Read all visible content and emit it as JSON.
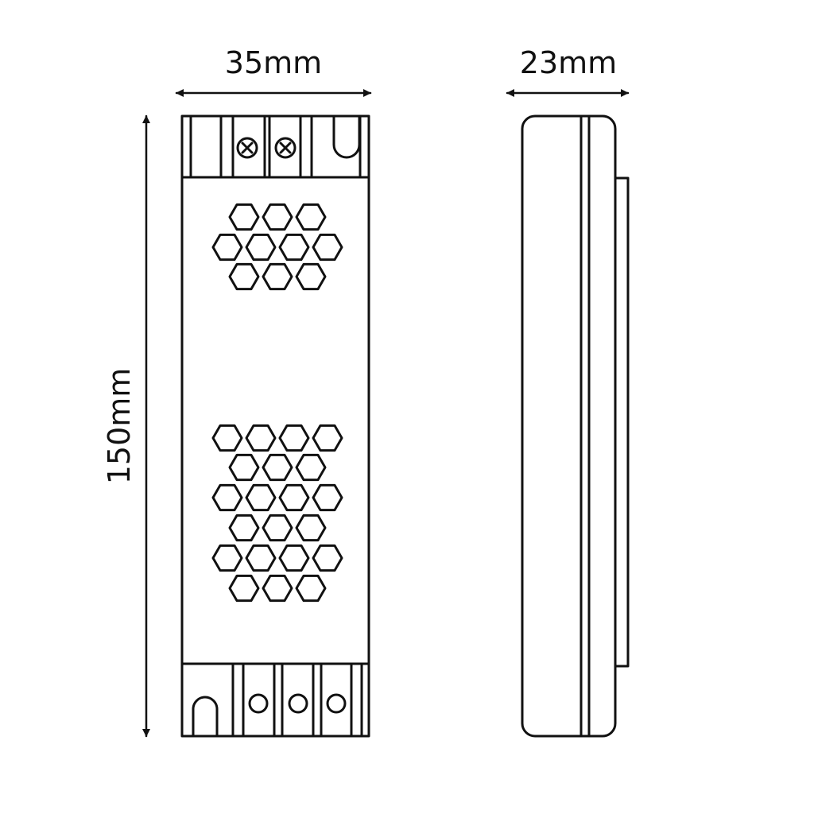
{
  "dimensions": {
    "width_label": "35mm",
    "depth_label": "23mm",
    "height_label": "150mm"
  },
  "colors": {
    "line": "#111111",
    "background": "#ffffff"
  },
  "icons": {
    "terminal_screw": "screw-x-icon",
    "terminal_hole": "screw-hole-icon",
    "vent": "hexagon-vent-icon"
  }
}
